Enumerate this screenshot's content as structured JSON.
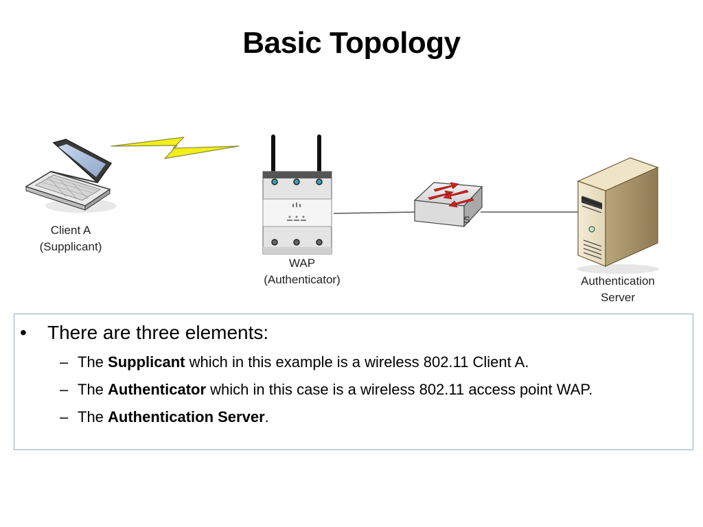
{
  "slide": {
    "title": "Basic Topology"
  },
  "diagram": {
    "client": {
      "label_line1": "Client A",
      "label_line2": "(Supplicant)",
      "icon": "laptop-icon"
    },
    "wap": {
      "label_line1": "WAP",
      "label_line2": "(Authenticator)",
      "icon": "access-point-icon"
    },
    "switch": {
      "letter": "S",
      "icon": "switch-icon"
    },
    "server": {
      "label_line1": "Authentication",
      "label_line2": "Server",
      "icon": "server-icon"
    },
    "wireless_link": {
      "icon": "lightning-bolt-icon",
      "color": "#f2ee1c"
    },
    "wired_link_color": "#555555"
  },
  "content": {
    "bullet": "•",
    "heading": "There are three elements:",
    "dash": "–",
    "items": [
      {
        "pre": "The ",
        "bold": "Supplicant",
        "post": " which in this example is a wireless 802.11 Client A."
      },
      {
        "pre": "The ",
        "bold": "Authenticator",
        "post": " which in this case is a wireless 802.11 access point WAP."
      },
      {
        "pre": "The ",
        "bold": "Authentication Server",
        "post": "."
      }
    ]
  },
  "colors": {
    "box_border": "#93a9c0",
    "arrow_red": "#d42020"
  }
}
